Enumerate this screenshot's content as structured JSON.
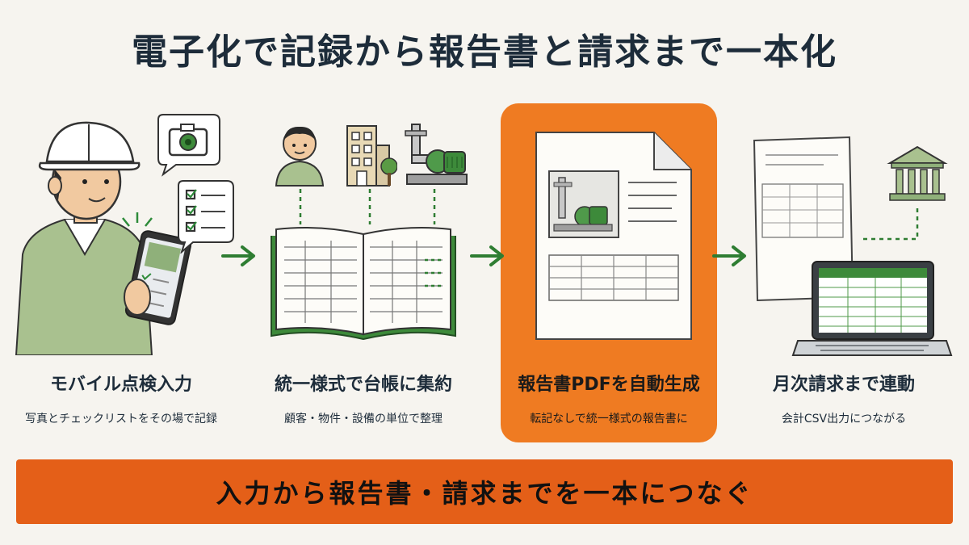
{
  "title": "電子化で記録から報告書と請求まで一本化",
  "steps": [
    {
      "title": "モバイル点検入力",
      "desc": "写真とチェックリストをその場で記録"
    },
    {
      "title": "統一様式で台帳に集約",
      "desc": "顧客・物件・設備の単位で整理"
    },
    {
      "title": "報告書PDFを自動生成",
      "desc": "転記なしで統一様式の報告書に"
    },
    {
      "title": "月次請求まで連動",
      "desc": "会計CSV出力につながる"
    }
  ],
  "banner": "入力から報告書・請求までを一本につなぐ",
  "colors": {
    "highlight": "#ef7b22",
    "banner": "#e45f18",
    "green": "#3d8a3a",
    "arrow": "#2e7d32",
    "ink": "#1d2c3a"
  },
  "icons": [
    "worker",
    "camera-icon",
    "checklist-icon",
    "tablet-icon",
    "person-icon",
    "building-icon",
    "pump-icon",
    "ledger-icon",
    "document-icon",
    "bank-icon",
    "laptop-icon",
    "arrow-icon"
  ]
}
